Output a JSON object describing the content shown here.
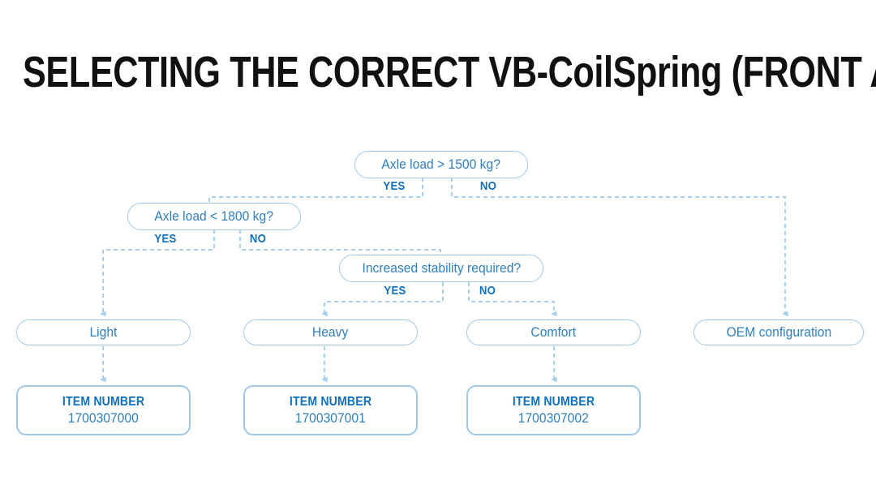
{
  "page": {
    "title": "SELECTING THE CORRECT VB-CoilSpring (FRONT AXLE)",
    "background_color": "#ffffff",
    "accent_color": "#2f7fbf",
    "border_color": "#9fc8e8",
    "label_color": "#0f70bd"
  },
  "decisions": [
    {
      "id": "axle-load-1500",
      "question": "Axle load > 1500 kg?",
      "yes_label": "YES",
      "no_label": "NO"
    },
    {
      "id": "axle-load-1800",
      "question": "Axle load < 1800 kg?",
      "yes_label": "YES",
      "no_label": "NO"
    },
    {
      "id": "increased-stability",
      "question": "Increased stability required?",
      "yes_label": "YES",
      "no_label": "NO"
    }
  ],
  "results": [
    {
      "id": "light",
      "label": "Light"
    },
    {
      "id": "heavy",
      "label": "Heavy"
    },
    {
      "id": "comfort",
      "label": "Comfort"
    },
    {
      "id": "oem",
      "label": "OEM configuration"
    }
  ],
  "item_numbers": [
    {
      "id": "light-item",
      "title": "ITEM NUMBER",
      "value": "1700307000"
    },
    {
      "id": "heavy-item",
      "title": "ITEM NUMBER",
      "value": "1700307001"
    },
    {
      "id": "comfort-item",
      "title": "ITEM NUMBER",
      "value": "1700307002"
    }
  ],
  "chart_data": {
    "type": "table",
    "title": "SELECTING THE CORRECT VB-CoilSpring (FRONT AXLE)",
    "nodes": [
      {
        "id": "axle-load-1500",
        "kind": "decision",
        "text": "Axle load > 1500 kg?"
      },
      {
        "id": "axle-load-1800",
        "kind": "decision",
        "text": "Axle load < 1800 kg?"
      },
      {
        "id": "increased-stability",
        "kind": "decision",
        "text": "Increased stability required?"
      },
      {
        "id": "light",
        "kind": "result",
        "text": "Light"
      },
      {
        "id": "heavy",
        "kind": "result",
        "text": "Heavy"
      },
      {
        "id": "comfort",
        "kind": "result",
        "text": "Comfort"
      },
      {
        "id": "oem",
        "kind": "result",
        "text": "OEM configuration"
      },
      {
        "id": "light-item",
        "kind": "item",
        "text": "1700307000"
      },
      {
        "id": "heavy-item",
        "kind": "item",
        "text": "1700307001"
      },
      {
        "id": "comfort-item",
        "kind": "item",
        "text": "1700307002"
      }
    ],
    "edges": [
      {
        "from": "axle-load-1500",
        "to": "axle-load-1800",
        "label": "YES"
      },
      {
        "from": "axle-load-1500",
        "to": "oem",
        "label": "NO"
      },
      {
        "from": "axle-load-1800",
        "to": "light",
        "label": "YES"
      },
      {
        "from": "axle-load-1800",
        "to": "increased-stability",
        "label": "NO"
      },
      {
        "from": "increased-stability",
        "to": "heavy",
        "label": "YES"
      },
      {
        "from": "increased-stability",
        "to": "comfort",
        "label": "NO"
      },
      {
        "from": "light",
        "to": "light-item",
        "label": ""
      },
      {
        "from": "heavy",
        "to": "heavy-item",
        "label": ""
      },
      {
        "from": "comfort",
        "to": "comfort-item",
        "label": ""
      }
    ]
  }
}
